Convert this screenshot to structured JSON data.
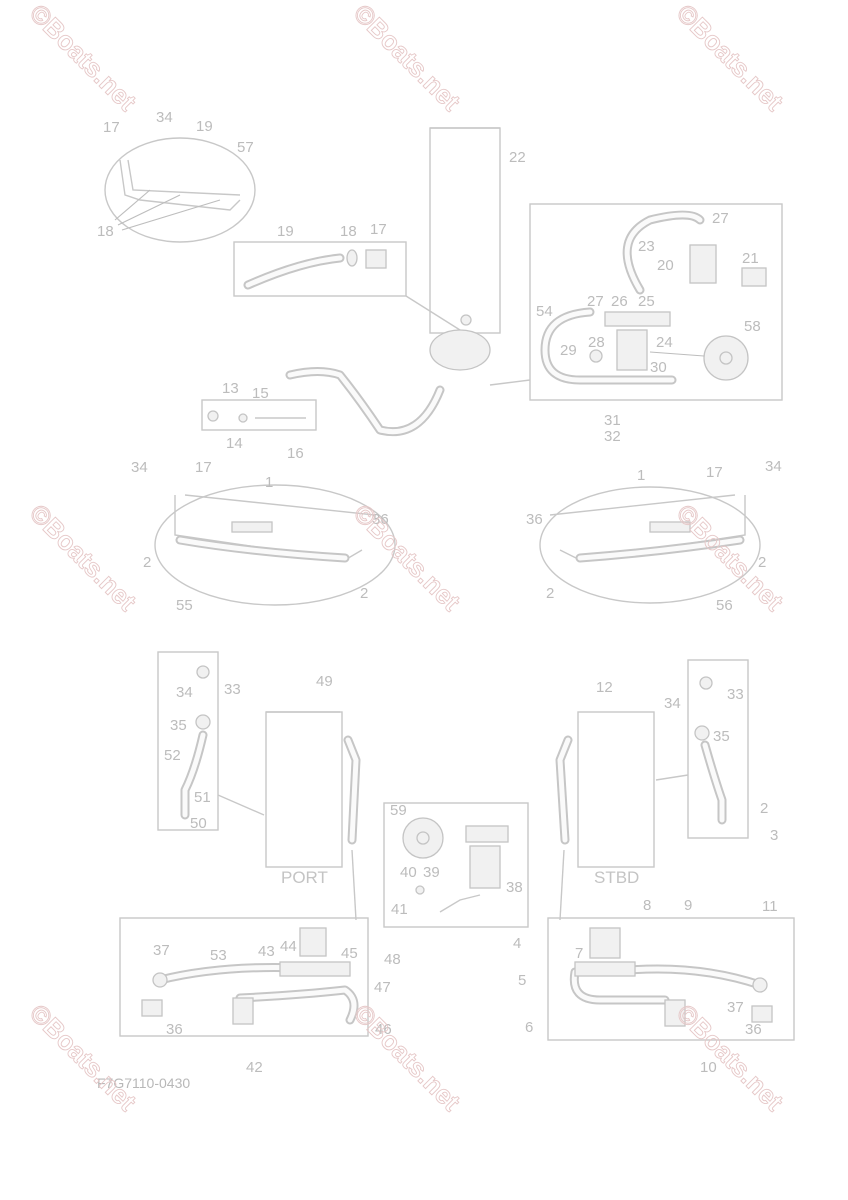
{
  "watermark": "©Boats.net",
  "drawing_code": "F7G7110-0430",
  "tank_labels": {
    "port": "PORT",
    "stbd": "STBD"
  },
  "callouts": [
    "1",
    "2",
    "3",
    "4",
    "5",
    "6",
    "7",
    "8",
    "9",
    "10",
    "11",
    "12",
    "13",
    "14",
    "15",
    "16",
    "17",
    "18",
    "19",
    "20",
    "21",
    "22",
    "23",
    "24",
    "25",
    "26",
    "27",
    "28",
    "29",
    "30",
    "31",
    "32",
    "33",
    "34",
    "35",
    "36",
    "37",
    "38",
    "39",
    "40",
    "41",
    "42",
    "43",
    "44",
    "45",
    "46",
    "47",
    "48",
    "49",
    "50",
    "51",
    "52",
    "53",
    "54",
    "55",
    "56",
    "57",
    "58",
    "59"
  ],
  "colors": {
    "line": "#c8c8c8",
    "text": "#bcbcbc",
    "watermark": "#e6c8c8",
    "background": "#ffffff"
  }
}
